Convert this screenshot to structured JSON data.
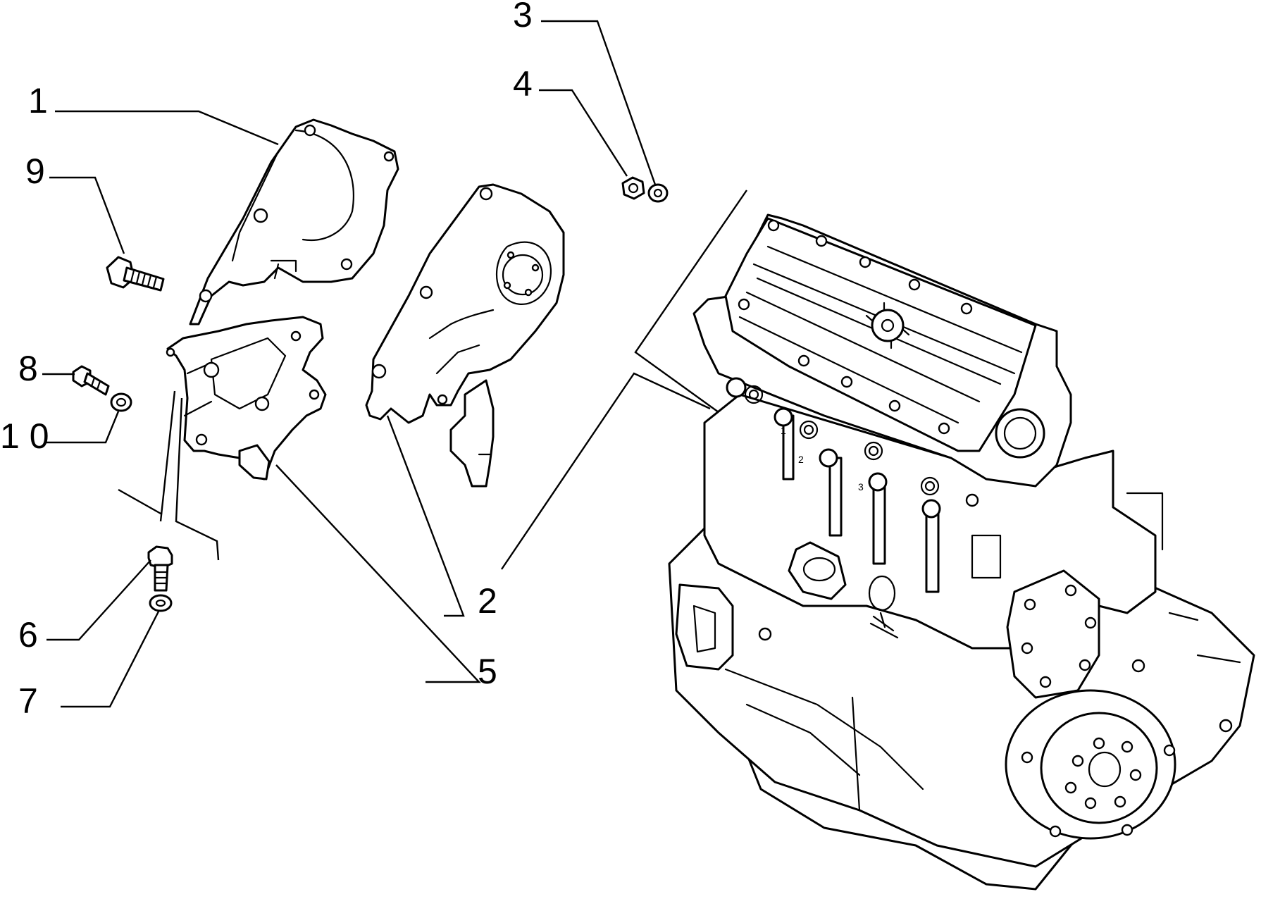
{
  "callouts": [
    {
      "id": "1",
      "label": "1",
      "part": "outer-timing-belt-cover"
    },
    {
      "id": "2",
      "label": "2",
      "part": "inner-timing-belt-cover"
    },
    {
      "id": "3",
      "label": "3",
      "part": "washer"
    },
    {
      "id": "4",
      "label": "4",
      "part": "nut"
    },
    {
      "id": "5",
      "label": "5",
      "part": "timing-cover-bracket"
    },
    {
      "id": "6",
      "label": "6",
      "part": "bolt"
    },
    {
      "id": "7",
      "label": "7",
      "part": "washer"
    },
    {
      "id": "8",
      "label": "8",
      "part": "bolt"
    },
    {
      "id": "9",
      "label": "9",
      "part": "bolt"
    },
    {
      "id": "10",
      "label": "1 0",
      "part": "washer"
    }
  ],
  "engine_markings": [
    "1",
    "2",
    "3"
  ],
  "colors": {
    "line": "#000000",
    "background": "#ffffff"
  }
}
